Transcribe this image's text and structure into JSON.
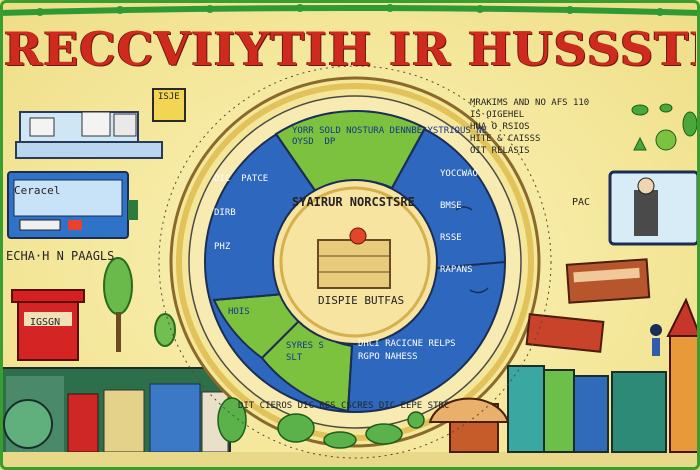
{
  "title": "RECCVIIYTIH IR HUSSSTLFM",
  "badge": "ISJE",
  "labels": {
    "left_panel": "Ceracel",
    "left_caption": "ECHA·H N PAAGLS",
    "bin_label": "IGSGN",
    "top_right_note": "MRAKIMS AND NO AFS 110\nIS OIGEHEL\nHUA O RSIOS\nHITE & CAISSS\nOIT RELASIS",
    "right_window": "PAC",
    "bottom_row": "DIT CIEROS DIC RES CSCRES DIC EEPE STRC"
  },
  "wheel": {
    "center": "SYAIRUR NORCSTSRE",
    "center_sub": "DISPIE BUTFAS",
    "segments": [
      {
        "id": "top-green",
        "text": "YORR SOLD NOSTURA DENNBE YSTRIOUS NE\nOYSD  DP"
      },
      {
        "id": "right-blue",
        "text": "YOCCWAO\nBMSE\nRSSE\nRAPANS"
      },
      {
        "id": "bottom-blue",
        "text": "DHCI RACICNE RELPS\nRGPO NAHESS"
      },
      {
        "id": "bottom-green",
        "text": "SYRES S\nSLT"
      },
      {
        "id": "small-green",
        "text": "HOIS"
      },
      {
        "id": "left-blue",
        "text": "DIC  PATCE\nDIRB\nPHZ"
      }
    ]
  }
}
